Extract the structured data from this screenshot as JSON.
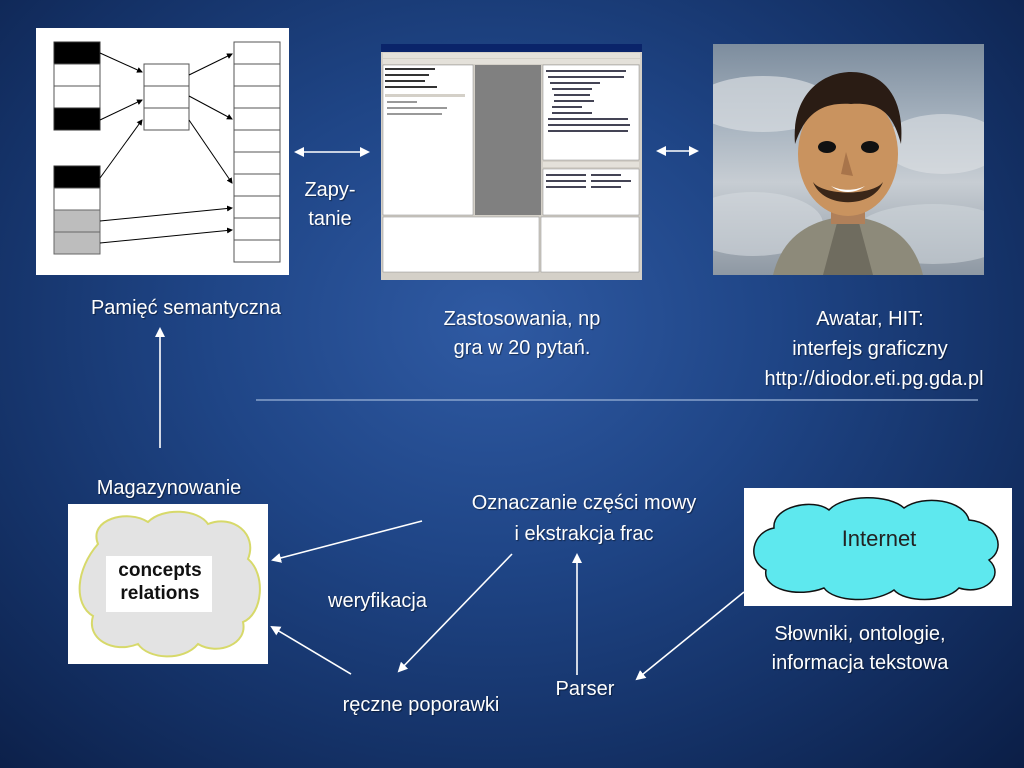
{
  "top": {
    "semantic_memory": "Pamięć semantyczna",
    "reading": [
      "Zapy-",
      "tanie"
    ],
    "applications": [
      "Zastosowania, np",
      "gra w 20 pytań."
    ],
    "avatar": [
      "Awatar, HIT:",
      "interfejs graficzny",
      "http://diodor.eti.pg.gda.pl"
    ]
  },
  "bottom": {
    "storage": "Magazynowanie",
    "cloud_text": [
      "concepts",
      "relations"
    ],
    "tagging": [
      "Oznaczanie części mowy",
      "i ekstrakcja frac"
    ],
    "verification": "weryfikacja",
    "manual": "ręczne poporawki",
    "parser": "Parser",
    "internet": "Internet",
    "sources": [
      "Słowniki, ontologie,",
      "informacja tekstowa"
    ]
  },
  "colors": {
    "background": "#1f4586",
    "internet_cloud": "#5ee8ee",
    "line": "#ffffff"
  }
}
